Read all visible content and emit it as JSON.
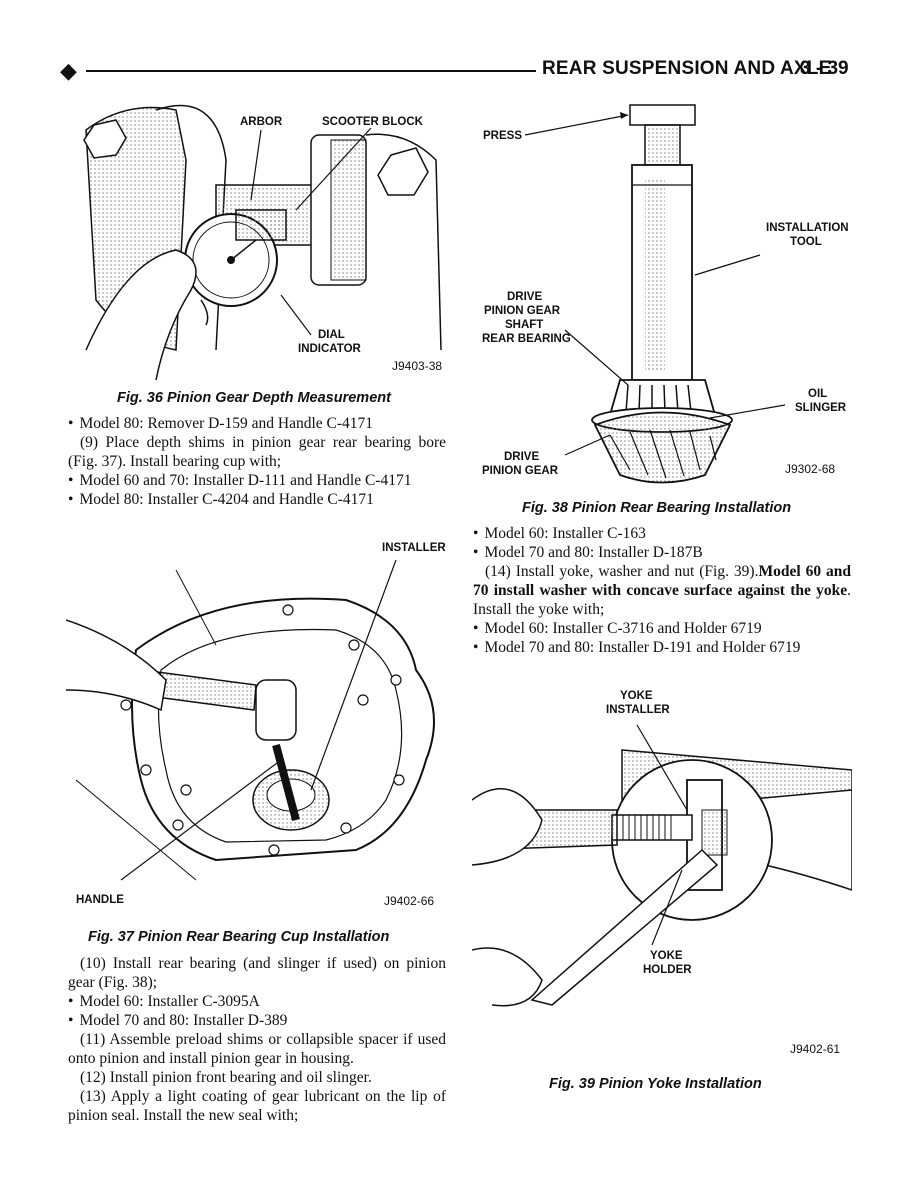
{
  "header": {
    "section_title": "REAR SUSPENSION AND AXLE",
    "page_number": "3 - 39"
  },
  "fig36": {
    "labels": {
      "arbor": "ARBOR",
      "scooter_block": "SCOOTER BLOCK",
      "dial_indicator_line1": "DIAL",
      "dial_indicator_line2": "INDICATOR",
      "code": "J9403-38"
    },
    "caption": "Fig. 36 Pinion Gear Depth Measurement"
  },
  "left_text_1": [
    "Model 80: Remover D-159 and Handle C-4171",
    "(9) Place depth shims in pinion gear rear bearing bore (Fig. 37). Install bearing cup with;",
    "Model 60 and 70: Installer D-111 and Handle C-4171",
    "Model 80: Installer C-4204 and Handle C-4171"
  ],
  "fig37": {
    "labels": {
      "installer": "INSTALLER",
      "handle": "HANDLE",
      "code": "J9402-66"
    },
    "caption": "Fig. 37 Pinion Rear Bearing Cup Installation"
  },
  "left_text_2": [
    "(10) Install rear bearing (and slinger if used) on pinion gear (Fig. 38);",
    "Model 60: Installer C-3095A",
    "Model 70 and 80: Installer D-389",
    "(11) Assemble preload shims or collapsible spacer if used onto pinion and install pinion gear in housing.",
    "(12) Install pinion front bearing and oil slinger.",
    "(13) Apply a light coating of gear lubricant on the lip of pinion seal. Install the new seal with;"
  ],
  "fig38": {
    "labels": {
      "press": "PRESS",
      "installation_tool_line1": "INSTALLATION",
      "installation_tool_line2": "TOOL",
      "drive_shaft_line1": "DRIVE",
      "drive_shaft_line2": "PINION GEAR",
      "drive_shaft_line3": "SHAFT",
      "drive_shaft_line4": "REAR BEARING",
      "oil_slinger_line1": "OIL",
      "oil_slinger_line2": "SLINGER",
      "drive_pinion_line1": "DRIVE",
      "drive_pinion_line2": "PINION GEAR",
      "code": "J9302-68"
    },
    "caption": "Fig. 38 Pinion Rear Bearing Installation"
  },
  "right_text": {
    "bullet_1": "Model 60: Installer C-163",
    "bullet_2": "Model 70 and 80: Installer D-187B",
    "step14_prefix": "(14) Install yoke, washer and nut (Fig. 39).",
    "step14_bold": "Model 60 and 70 install washer with concave surface against the yoke",
    "step14_suffix": ". Install the yoke with;",
    "bullet_3": "Model 60: Installer C-3716 and Holder 6719",
    "bullet_4": "Model 70 and 80: Installer D-191 and Holder 6719"
  },
  "fig39": {
    "labels": {
      "yoke_installer_line1": "YOKE",
      "yoke_installer_line2": "INSTALLER",
      "yoke_holder_line1": "YOKE",
      "yoke_holder_line2": "HOLDER",
      "code": "J9402-61"
    },
    "caption": "Fig. 39 Pinion Yoke Installation"
  }
}
